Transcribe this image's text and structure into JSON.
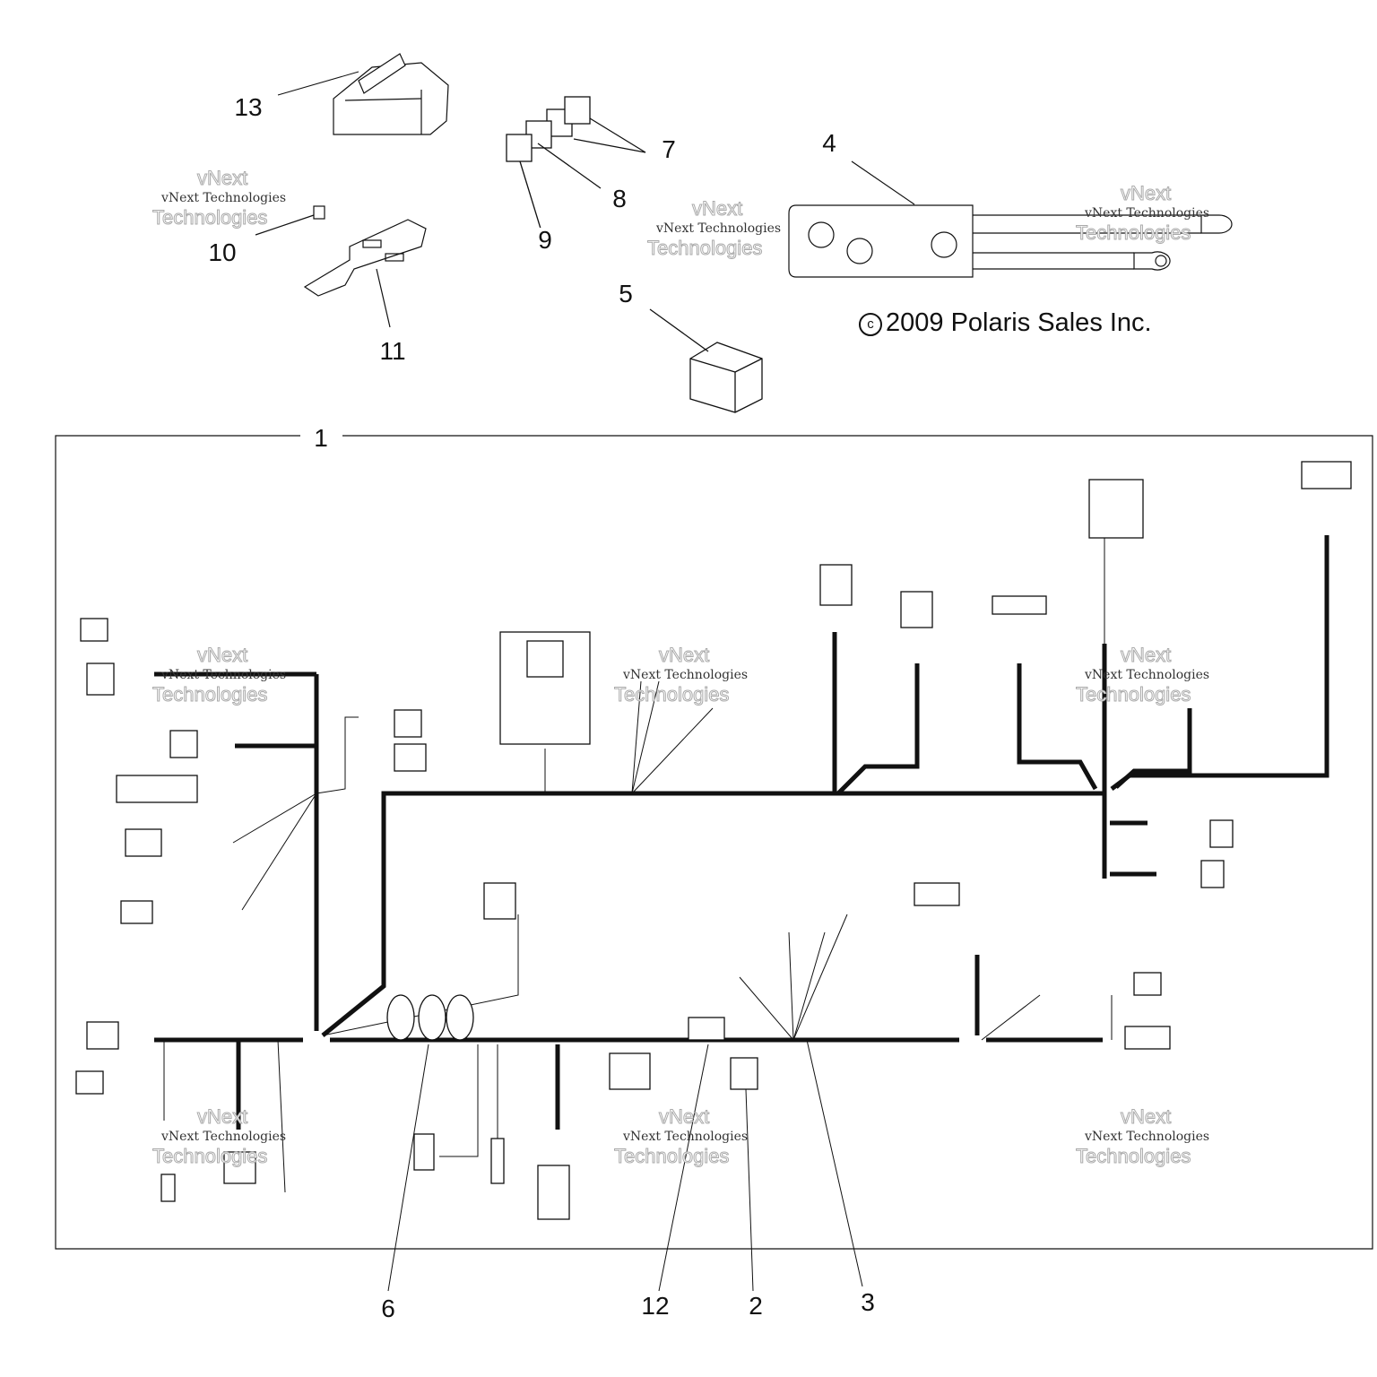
{
  "title": "Wire harness parts diagram",
  "copyright": {
    "symbol": "c",
    "text": "2009 Polaris Sales Inc."
  },
  "watermark": {
    "line1": "vNext",
    "line2": "Technologies",
    "inline": "vNext Technologies"
  },
  "callouts": [
    "1",
    "2",
    "3",
    "4",
    "5",
    "6",
    "7",
    "8",
    "9",
    "10",
    "11",
    "12",
    "13"
  ]
}
